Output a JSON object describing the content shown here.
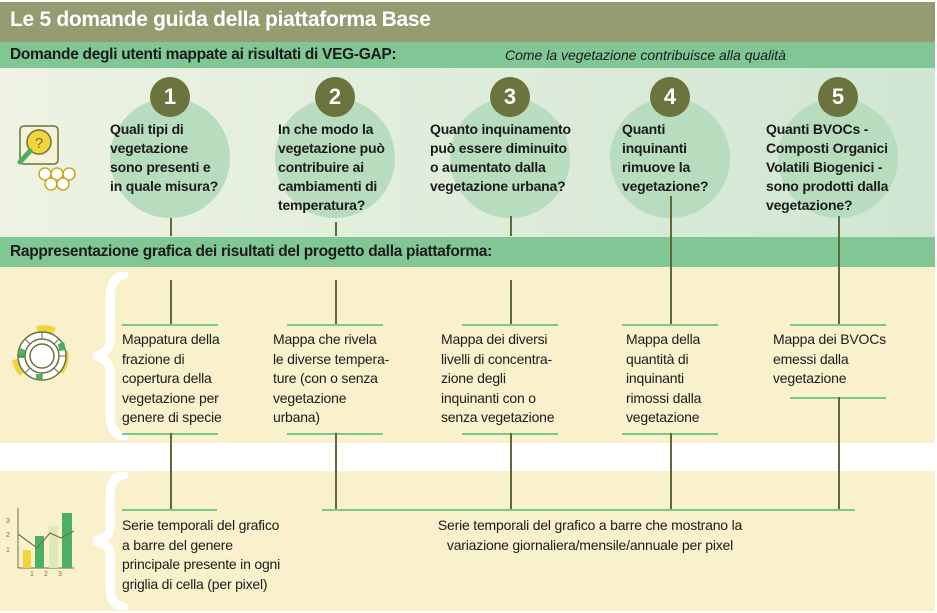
{
  "header": {
    "title": "Le 5 domande guida della piattaforma Base",
    "subtitle_left": "Domande degli utenti mappate ai risultati di VEG-GAP:",
    "subtitle_right": "Come la vegetazione contribuisce alla qualità"
  },
  "questions": [
    {
      "number": "1",
      "text": [
        "Quali tipi di",
        "vegetazione",
        "sono presenti e",
        "in quale misura?"
      ]
    },
    {
      "number": "2",
      "text": [
        "In che modo la",
        "vegetazione può",
        "contribuire ai",
        "cambiamenti di",
        "temperatura?"
      ]
    },
    {
      "number": "3",
      "text": [
        "Quanto inquinamento",
        "può essere diminuito",
        "o aumentato dalla",
        "vegetazione urbana?"
      ]
    },
    {
      "number": "4",
      "text": [
        "Quanti",
        "inquinanti",
        "rimuove la",
        "vegetazione?"
      ]
    },
    {
      "number": "5",
      "text": [
        "Quanti BVOCs -",
        "Composti Organici",
        "Volatili Biogenici -",
        "sono prodotti dalla",
        "vegetazione?"
      ]
    }
  ],
  "representation": {
    "heading": "Rappresentazione grafica dei risultati del progetto dalla piattaforma:",
    "maps": [
      [
        "Mappatura della",
        "frazione di",
        "copertura della",
        "vegetazione per",
        "genere di specie"
      ],
      [
        "Mappa che rivela",
        "le diverse tempera-",
        "ture (con o senza",
        "vegetazione",
        "urbana)"
      ],
      [
        "Mappa dei diversi",
        "livelli di concentra-",
        "zione degli",
        "inquinanti con o",
        "senza vegetazione"
      ],
      [
        "Mappa della",
        "quantità di",
        "inquinanti",
        "rimossi dalla",
        "vegetazione"
      ],
      [
        "Mappa dei BVOCs",
        "emessi dalla",
        "vegetazione"
      ]
    ],
    "series_first": [
      "Serie temporali del grafico",
      "a barre del genere",
      "principale presente in ogni",
      "griglia di cella (per pixel)"
    ],
    "series_rest": [
      "Serie temporali del grafico a barre che mostrano la",
      "variazione giornaliera/mensile/annuale per pixel"
    ],
    "icon_chart_ticks_y": [
      "3",
      "2",
      "1"
    ],
    "icon_chart_ticks_x": [
      "1",
      "2",
      "3"
    ]
  },
  "colors": {
    "olive": "#979b72",
    "green": "#80c795",
    "dark_olive": "#6b733f",
    "yellow_bg": "#f9f1cc",
    "icon_yellow": "#f2d53c",
    "icon_green": "#4caf62"
  }
}
